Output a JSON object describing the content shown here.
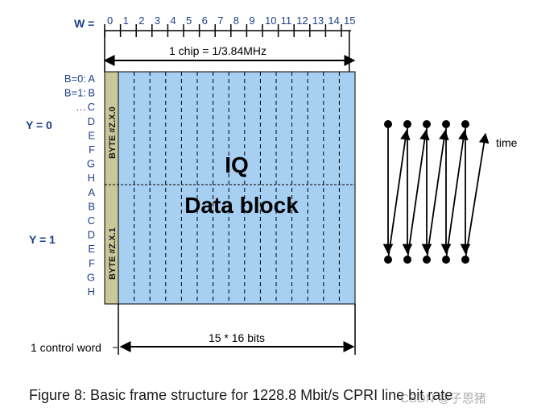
{
  "w_axis": {
    "label": "W =",
    "ticks": [
      "0",
      "1",
      "2",
      "3",
      "4",
      "5",
      "6",
      "7",
      "8",
      "9",
      "10",
      "11",
      "12",
      "13",
      "14",
      "15"
    ]
  },
  "chip_label": "1  chip  = 1/3.84MHz",
  "byte_rows": [
    {
      "prefix": "B=0:",
      "letter": "A"
    },
    {
      "prefix": "B=1:",
      "letter": "B"
    },
    {
      "prefix": "…",
      "letter": "C"
    },
    {
      "prefix": "",
      "letter": "D"
    },
    {
      "prefix": "",
      "letter": "E"
    },
    {
      "prefix": "",
      "letter": "F"
    },
    {
      "prefix": "",
      "letter": "G"
    },
    {
      "prefix": "",
      "letter": "H"
    },
    {
      "prefix": "",
      "letter": "A"
    },
    {
      "prefix": "",
      "letter": "B"
    },
    {
      "prefix": "",
      "letter": "C"
    },
    {
      "prefix": "",
      "letter": "D"
    },
    {
      "prefix": "",
      "letter": "E"
    },
    {
      "prefix": "",
      "letter": "F"
    },
    {
      "prefix": "",
      "letter": "G"
    },
    {
      "prefix": "",
      "letter": "H"
    }
  ],
  "y_labels": [
    "Y = 0",
    "Y = 1"
  ],
  "control_bytes": [
    "BYTE #Z.X.0",
    "BYTE #Z.X.1"
  ],
  "iq_title": "IQ",
  "iq_subtitle": "Data block",
  "bits_label": "15 * 16 bits",
  "control_word_label": "1 control word",
  "time_label": "time",
  "caption": "Figure 8: Basic frame structure for 1228.8 Mbit/s CPRI line bit rate",
  "watermark": "CSDN @子恩猪",
  "colors": {
    "data_block": "#a7cff2",
    "control_column": "#c8c89a",
    "label_blue": "#1d3f8a",
    "line": "#000000"
  }
}
